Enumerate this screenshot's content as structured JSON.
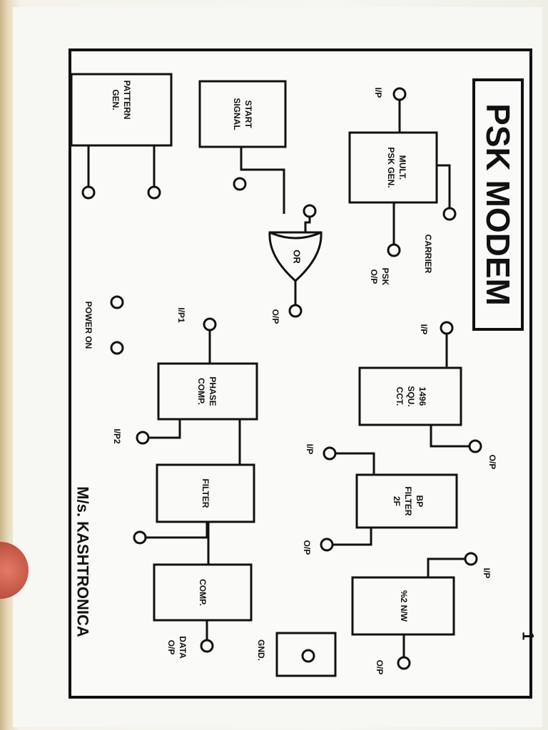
{
  "title": "PSK MODEM",
  "manufacturer": "M/s. KASHTRONICA",
  "page_number": "1",
  "blocks": {
    "mult": [
      "MULT.",
      "PSK GEN."
    ],
    "squ": [
      "1496",
      "SQU.",
      "CCT."
    ],
    "bp": [
      "BP",
      "FILTER",
      "2F"
    ],
    "div": [
      "%2 N/W"
    ],
    "start": [
      "START",
      "SIGNAL"
    ],
    "pattern": [
      "PATTERN",
      "GEN."
    ],
    "phase": [
      "PHASE",
      "COMP."
    ],
    "filter": [
      "FILTER"
    ],
    "comp": [
      "COMP."
    ],
    "or": "OR"
  },
  "labels": {
    "mult_ip": "I/P",
    "carrier": "CARRIER",
    "psk_op": [
      "PSK",
      "O/P"
    ],
    "or_op": "O/P",
    "squ_ip": "I/P",
    "squ_op": "O/P",
    "bp_ip": "I/P",
    "bp_op": "O/P",
    "div_ip": "I/P",
    "div_op": "O/P",
    "gnd": "GND.",
    "phase_ip1": "I/P1",
    "phase_ip2": "I/P2",
    "power_on": "POWER ON",
    "data_op": [
      "DATA",
      "O/P"
    ]
  }
}
